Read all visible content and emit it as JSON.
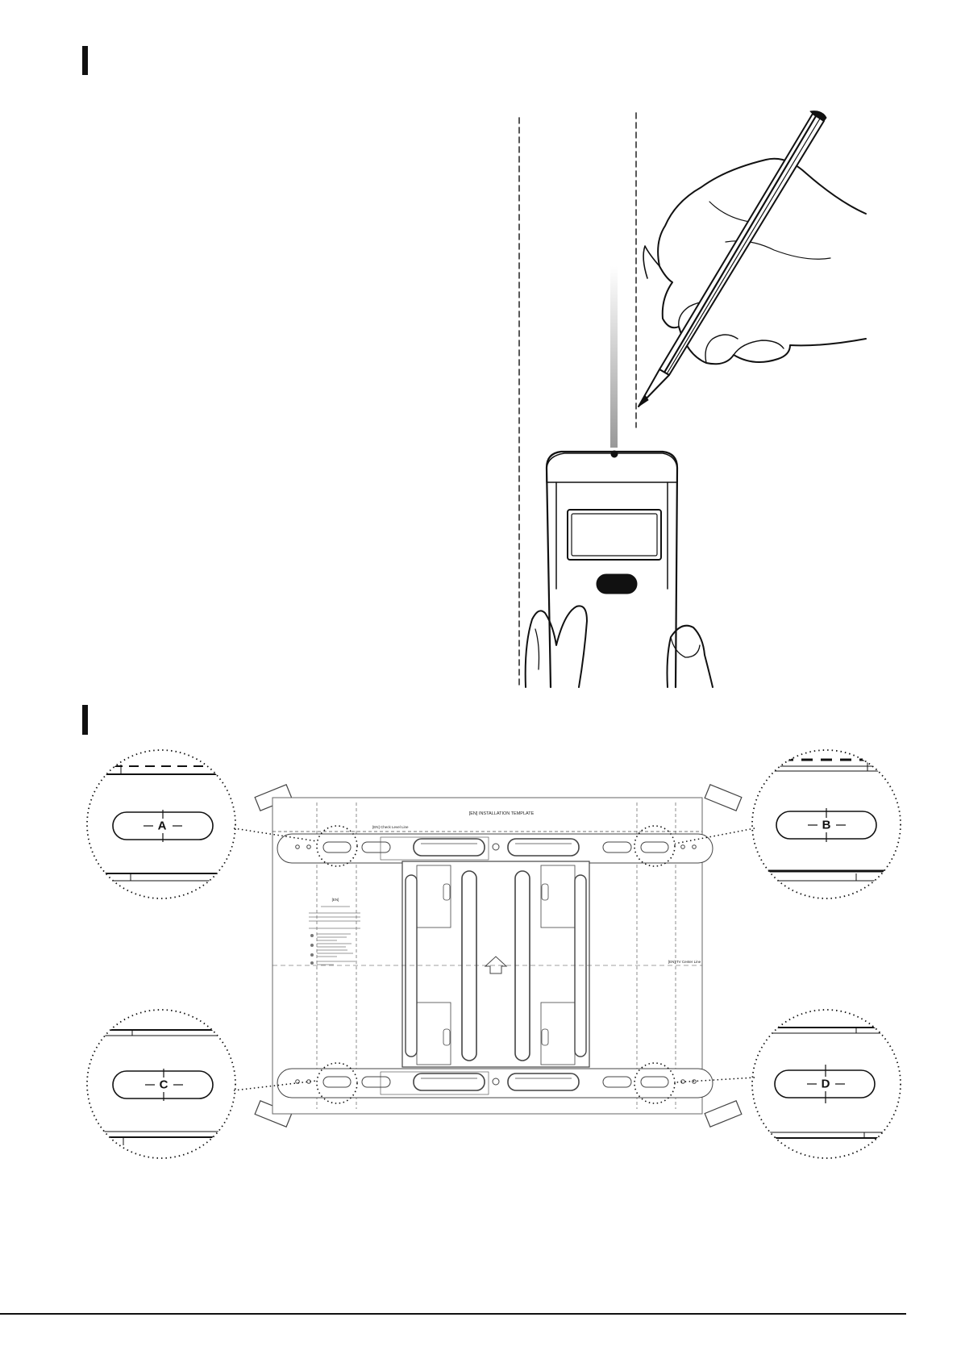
{
  "template": {
    "title": "[EN] INSTALLATION TEMPLATE",
    "check_level_line": "[EN] Check Level Line",
    "tv_center_line": "[EN] TV Center Line",
    "lang": "[EN]"
  },
  "callouts": {
    "a": "A",
    "b": "B",
    "c": "C",
    "d": "D"
  }
}
